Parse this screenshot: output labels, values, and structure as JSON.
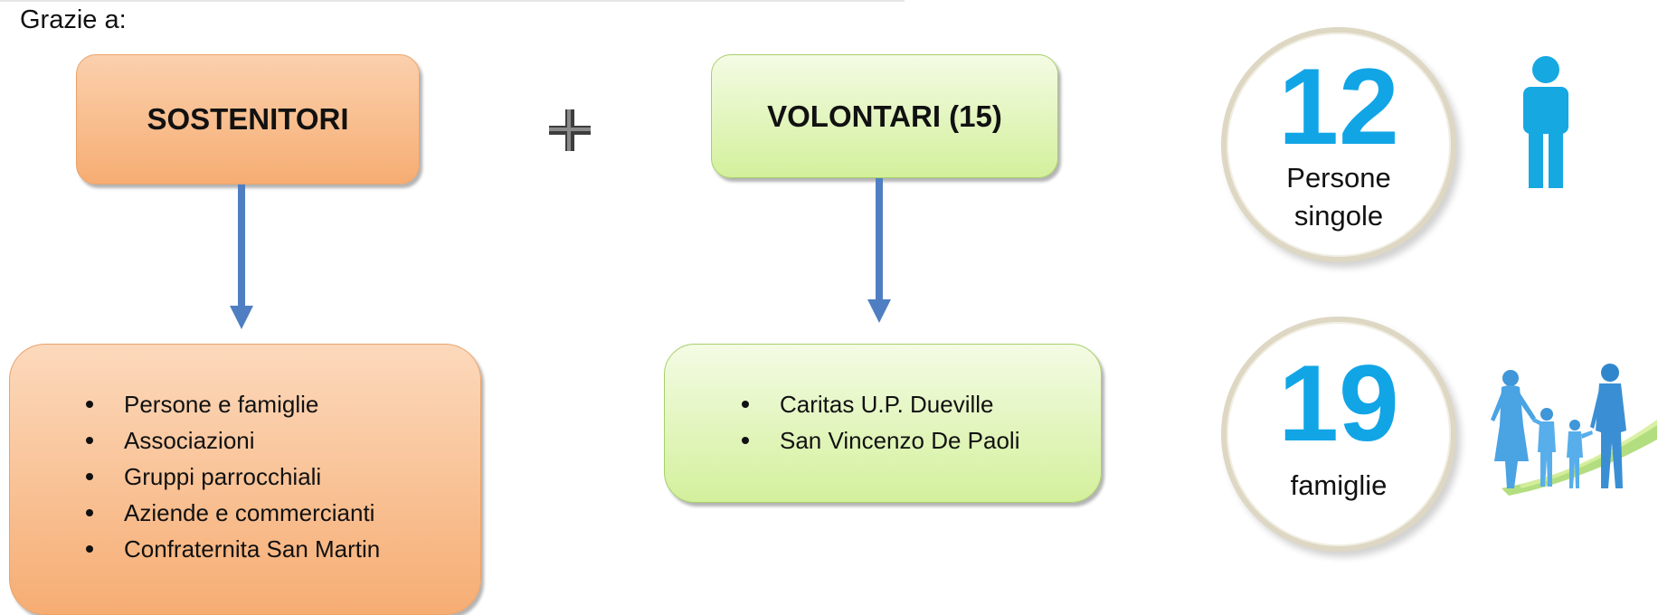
{
  "intro": "Grazie a:",
  "sostenitori": {
    "title": "SOSTENITORI",
    "items": [
      "Persone e famiglie",
      "Associazioni",
      "Gruppi parrocchiali",
      "Aziende e commercianti",
      "Confraternita San Martin"
    ]
  },
  "volontari": {
    "title": "VOLONTARI (15)",
    "items": [
      "Caritas U.P. Dueville",
      "San Vincenzo De Paoli"
    ]
  },
  "stats": {
    "singoli": {
      "number": "12",
      "label_line1": "Persone",
      "label_line2": "singole",
      "icon": "person-icon"
    },
    "famiglie": {
      "number": "19",
      "label": "famiglie",
      "icon": "family-icon"
    }
  },
  "colors": {
    "orange_box": "#f6ad73",
    "green_box": "#d3f09c",
    "arrow": "#4f7fc2",
    "number": "#11a5e6",
    "person_icon": "#16a8e1",
    "family_icon": "#3f96d9"
  }
}
